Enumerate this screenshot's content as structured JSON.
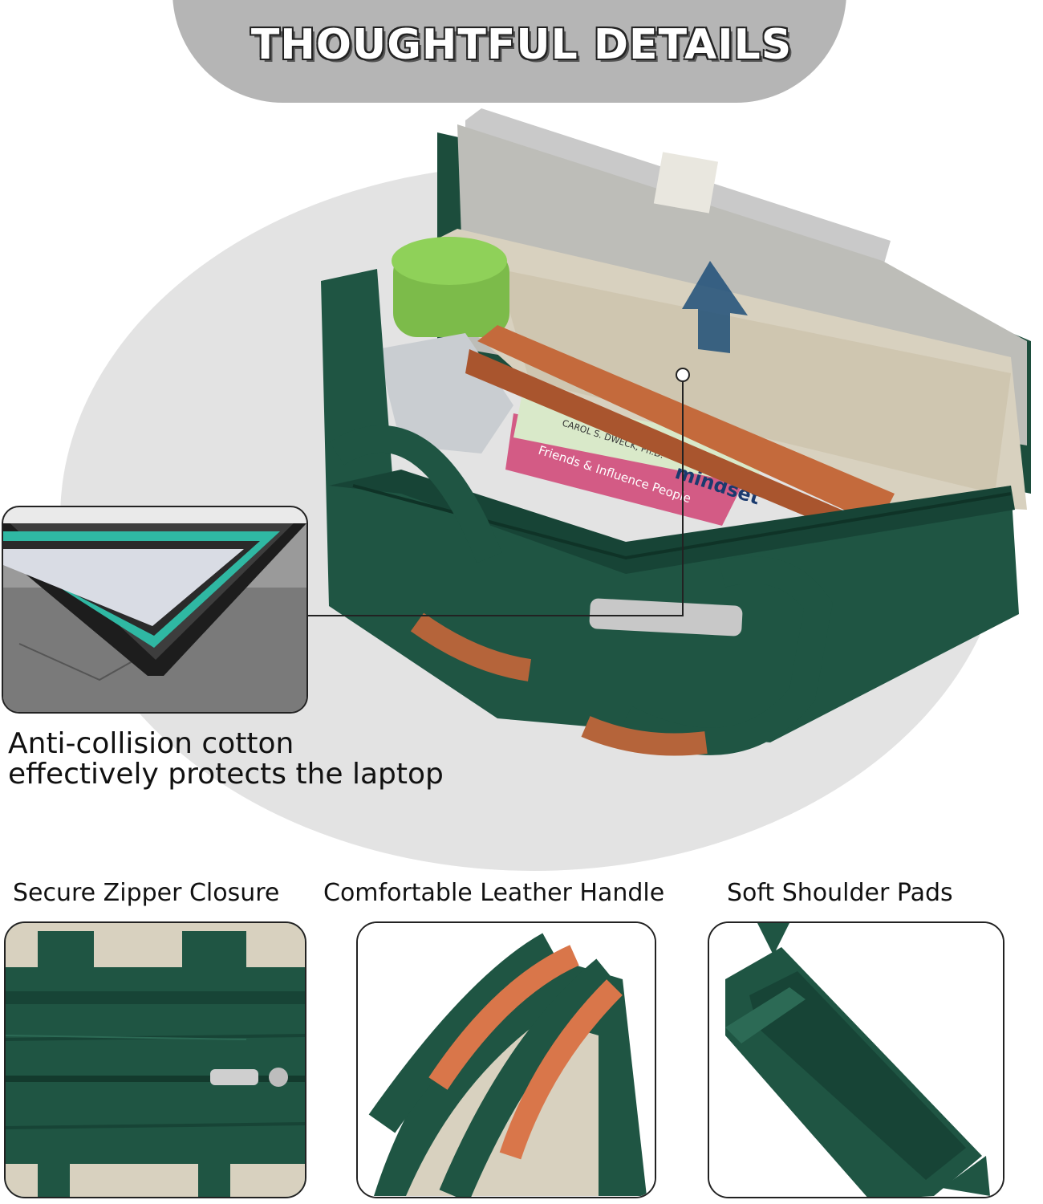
{
  "title": "THOUGHTFUL DETAILS",
  "callout": {
    "line1": "Anti-collision cotton",
    "line2": "effectively protects the laptop"
  },
  "features": [
    {
      "label": "Secure Zipper Closure"
    },
    {
      "label": "Comfortable Leather Handle"
    },
    {
      "label": "Soft Shoulder Pads"
    }
  ],
  "book_text": {
    "author": "CAROL S. DWECK, Ph.D.",
    "book1": "mindset",
    "book2": "Friends & Influence People"
  },
  "colors": {
    "bag_green": "#1c4d3c",
    "leather": "#b5643a",
    "header_gray": "#b5b5b5",
    "backdrop_gray": "#e3e3e3",
    "teal_accent": "#2fb8a3"
  }
}
